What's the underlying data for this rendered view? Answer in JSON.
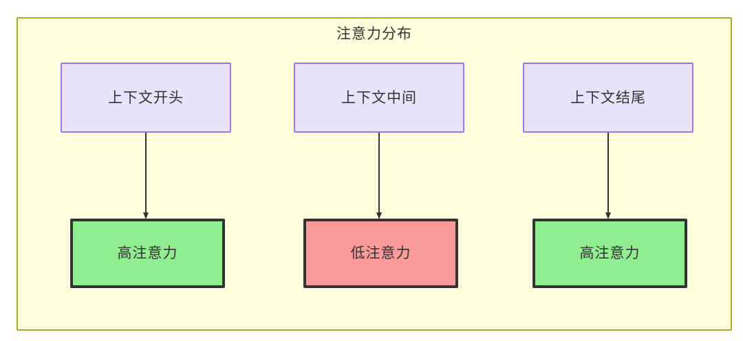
{
  "diagram": {
    "type": "flowchart",
    "title": "注意力分布",
    "container": {
      "label": "注意力分布",
      "fill_color": "#ffffde",
      "border_color": "#aaaa33"
    },
    "nodes": [
      {
        "id": "ctx-start",
        "label": "上下文开头",
        "row": "context",
        "column": 1,
        "fill_color": "#e8e3fb",
        "border_color": "#9f75e8"
      },
      {
        "id": "ctx-middle",
        "label": "上下文中间",
        "row": "context",
        "column": 2,
        "fill_color": "#e8e3fb",
        "border_color": "#9f75e8"
      },
      {
        "id": "ctx-end",
        "label": "上下文结尾",
        "row": "context",
        "column": 3,
        "fill_color": "#e8e3fb",
        "border_color": "#9f75e8"
      },
      {
        "id": "attn-high-start",
        "label": "高注意力",
        "row": "attention",
        "column": 1,
        "fill_color": "#90ee90",
        "border_color": "#333333"
      },
      {
        "id": "attn-low-middle",
        "label": "低注意力",
        "row": "attention",
        "column": 2,
        "fill_color": "#fb9a9a",
        "border_color": "#333333"
      },
      {
        "id": "attn-high-end",
        "label": "高注意力",
        "row": "attention",
        "column": 3,
        "fill_color": "#90ee90",
        "border_color": "#333333"
      }
    ],
    "edges": [
      {
        "id": "edge-1",
        "from": "ctx-start",
        "to": "attn-high-start",
        "label": "",
        "style": "solid-arrow"
      },
      {
        "id": "edge-2",
        "from": "ctx-middle",
        "to": "attn-low-middle",
        "label": "",
        "style": "solid-arrow"
      },
      {
        "id": "edge-3",
        "from": "ctx-end",
        "to": "attn-high-end",
        "label": "",
        "style": "solid-arrow"
      }
    ],
    "edge_color": "#333333",
    "text_color": "#333333",
    "background": "#ffffff"
  }
}
